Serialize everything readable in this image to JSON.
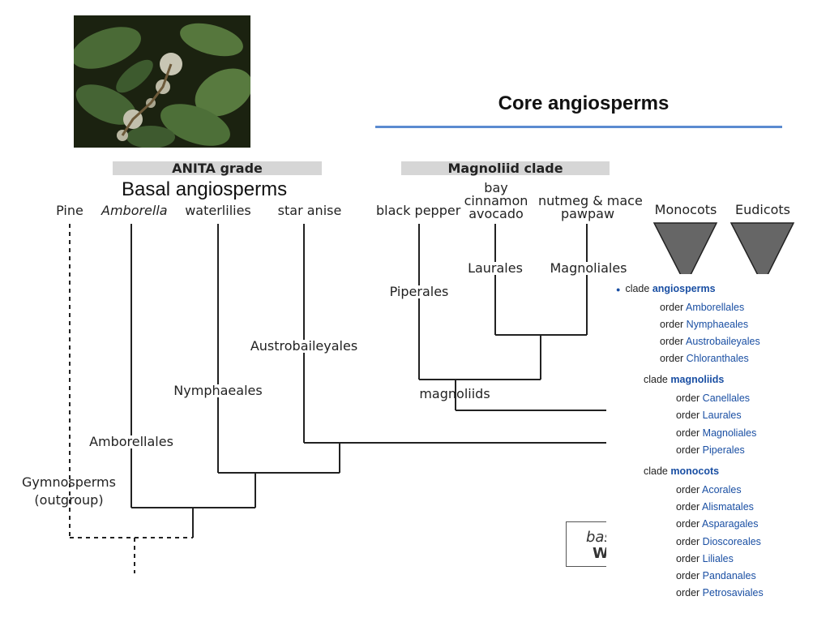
{
  "header": {
    "core_title": "Core angiosperms",
    "anita_grade": "ANITA grade",
    "magnoliid_clade": "Magnoliid clade",
    "basal_angiosperms": "Basal angiosperms"
  },
  "tips": {
    "pine": "Pine",
    "amborella": "Amborella",
    "waterlilies": "waterlilies",
    "star_anise": "star anise",
    "black_pepper": "black pepper",
    "bay": "bay",
    "cinnamon": "cinnamon",
    "avocado": "avocado",
    "nutmeg_mace": "nutmeg & mace",
    "pawpaw": "pawpaw",
    "monocots": "Monocots",
    "eudicots": "Eudicots"
  },
  "nodes": {
    "laurales": "Laurales",
    "magnoliales": "Magnoliales",
    "piperales": "Piperales",
    "austrobaileyales": "Austrobaileyales",
    "nymphaeales": "Nymphaeales",
    "magnoliids": "magnoliids",
    "amborellales": "Amborellales",
    "gymnosperms": "Gymnosperms",
    "outgroup": "(outgroup)"
  },
  "inset": {
    "line1": "bas",
    "line2": "W"
  },
  "taxonomy": {
    "root": {
      "kw": "clade",
      "name": "angiosperms"
    },
    "angiosperm_orders": [
      "Amborellales",
      "Nymphaeales",
      "Austrobaileyales",
      "Chloranthales"
    ],
    "magnoliids": {
      "kw": "clade",
      "name": "magnoliids"
    },
    "magnoliid_orders": [
      "Canellales",
      "Laurales",
      "Magnoliales",
      "Piperales"
    ],
    "monocots": {
      "kw": "clade",
      "name": "monocots"
    },
    "monocot_orders": [
      "Acorales",
      "Alismatales",
      "Asparagales",
      "Dioscoreales",
      "Liliales",
      "Pandanales",
      "Petrosaviales"
    ],
    "order_kw": "order"
  }
}
